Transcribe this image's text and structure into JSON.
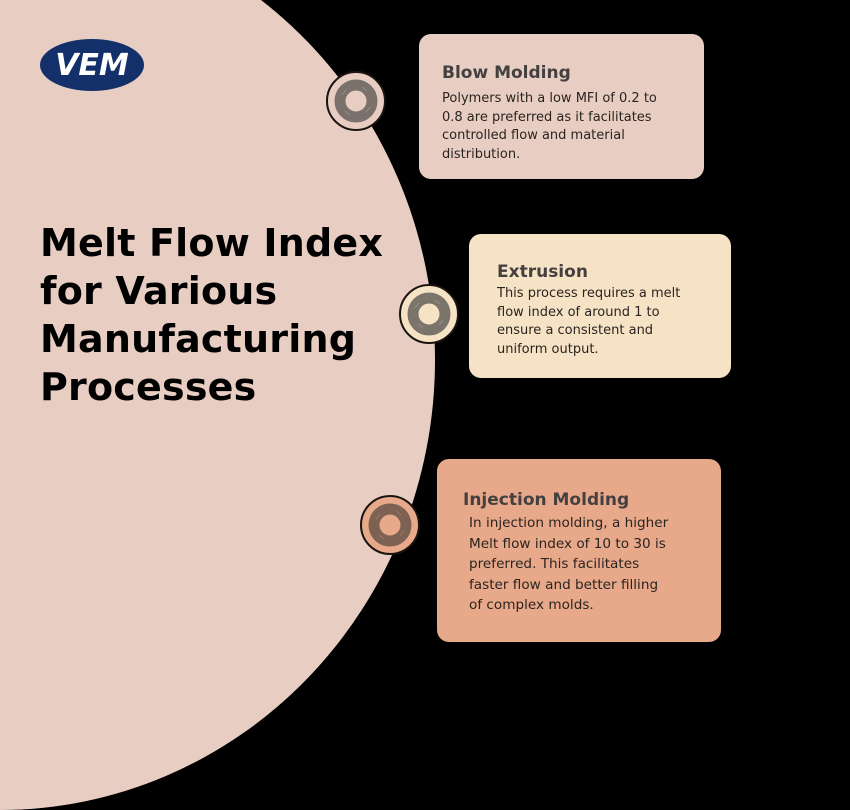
{
  "logo": {
    "text": "VEM",
    "bg_color": "#14306a",
    "text_color": "#ffffff"
  },
  "title": {
    "lines": [
      "Melt Flow Index",
      "for Various",
      "Manufacturing",
      "Processes"
    ]
  },
  "colors": {
    "background": "#000000",
    "ellipse": "#e8cdc3",
    "card_blow": "#e8cdc3",
    "card_extrusion": "#f6e3c6",
    "card_injection": "#e8a98a",
    "icon_ring": "#7a716c",
    "icon_ring_injection": "#7d6152"
  },
  "processes": [
    {
      "icon": "cycle-arrows-icon",
      "heading": "Blow Molding",
      "text": "Polymers with a low MFI of 0.2 to 0.8 are preferred as it facilitates controlled flow and material distribution.",
      "lines": [
        "Polymers with a low MFI of 0.2 to",
        "0.8 are preferred as it facilitates",
        "controlled flow and material",
        "distribution."
      ]
    },
    {
      "icon": "cycle-arrows-icon",
      "heading": "Extrusion",
      "text": "This process requires a melt flow index of around 1 to ensure a consistent and uniform output.",
      "lines": [
        "This process requires a melt",
        "flow index of around 1 to",
        "ensure a consistent and",
        "uniform output."
      ]
    },
    {
      "icon": "cycle-arrows-icon",
      "heading": "Injection Molding",
      "text": "In injection molding, a higher Melt flow index of 10 to 30 is preferred. This facilitates faster flow and better filling of complex molds.",
      "lines": [
        "In injection molding, a higher",
        "Melt flow index of 10 to 30 is",
        "preferred. This facilitates",
        "faster flow and better filling",
        "of complex molds."
      ]
    }
  ]
}
